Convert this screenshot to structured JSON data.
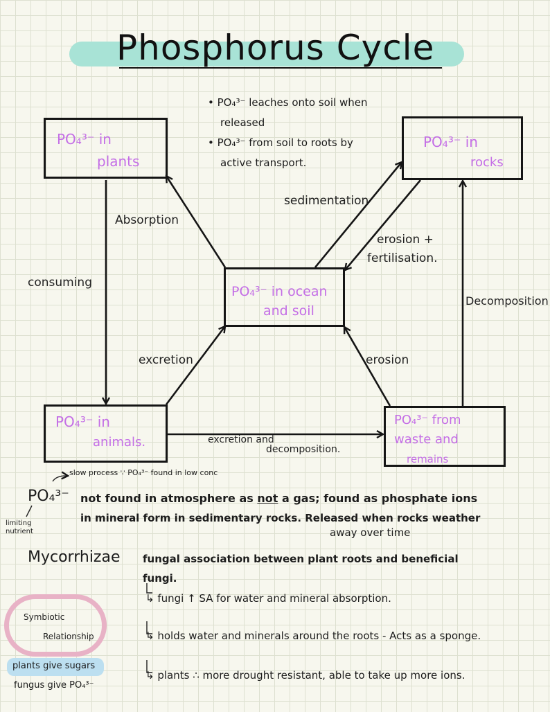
{
  "title": "Phosphorus Cycle",
  "bullets": [
    "PO₄³⁻ leaches onto soil when",
    "released",
    "PO₄³⁻ from soil to roots by",
    "active transport."
  ],
  "boxes": {
    "plants": {
      "line1": "PO₄³⁻ in",
      "line2": "plants"
    },
    "rocks": {
      "line1": "PO₄³⁻ in",
      "line2": "rocks"
    },
    "ocean": {
      "line1": "PO₄³⁻ in ocean",
      "line2": "and soil"
    },
    "animals": {
      "line1": "PO₄³⁻ in",
      "line2": "animals."
    },
    "waste": {
      "line1": "PO₄³⁻ from",
      "line2": "waste and",
      "line3": "remains"
    }
  },
  "arrow_labels": {
    "absorption": "Absorption",
    "consuming": "consuming",
    "sedimentation": "sedimentation",
    "erosion_fert_1": "erosion +",
    "erosion_fert_2": "fertilisation.",
    "decomposition": "Decomposition",
    "excretion": "excretion",
    "erosion": "erosion",
    "excretion_decomp_1": "excretion and",
    "excretion_decomp_2": "decomposition."
  },
  "notes": {
    "slow_process": "slow process ∵ PO₄³⁻ found in low conc",
    "po4": "PO₄³⁻",
    "limiting": "limiting",
    "nutrient": "nutrient",
    "line1": "not found in atmosphere as not a gas; found as phosphate ions",
    "line1_a": "not found in atmosphere as",
    "line1_not": "not",
    "line1_b": "a gas; found as phosphate ions",
    "line2": "in mineral form in sedimentary rocks. Released when rocks weather",
    "line3": "away over time",
    "mycorrhizae": "Mycorrhizae",
    "myco_def1": "fungal association between plant roots and beneficial",
    "myco_def2": "fungi.",
    "point1": "↳ fungi ↑ SA for water and mineral absorption.",
    "point2": "↳ holds water and minerals around the roots - Acts as a sponge.",
    "point3": "↳ plants ∴ more drought resistant, able to take up more ions.",
    "symbiotic": "Symbiotic",
    "relationship": "Relationship",
    "plants_give": "plants give sugars",
    "fungus_give": "fungus give PO₄³⁻"
  },
  "colors": {
    "highlight_teal": "#a8e3d6",
    "purple": "#c46ee6",
    "pink_cloud": "#e8b2c6",
    "blue_highlight": "#bcdff0"
  }
}
